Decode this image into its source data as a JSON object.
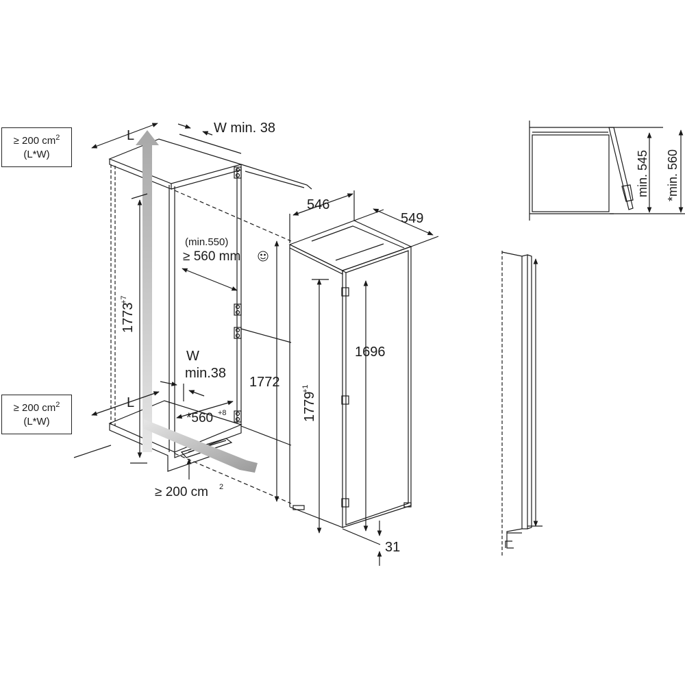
{
  "area_boxes": [
    {
      "value": "≥ 200 cm",
      "exp": "2",
      "sub": "(L*W)"
    },
    {
      "value": "≥ 200 cm",
      "exp": "2",
      "sub": "(L*W)"
    }
  ],
  "labels": {
    "L_top": "L",
    "W_top": "W min. 38",
    "h_1773": "1773",
    "h_1773_tol": "+7",
    "min550": "(min.550)",
    "ge560": "≥ 560 mm",
    "W_mid": "W",
    "min38": "min.38",
    "L_bottom": "L",
    "d560": "*560",
    "d560_tol": "+8",
    "bottom_area": "≥ 200 cm",
    "bottom_area_exp": "2",
    "h_1772": "1772",
    "w_546": "546",
    "d_549": "549",
    "h_1696": "1696",
    "h_1779": "1779",
    "h_1779_tol": "+1",
    "d_31": "31",
    "min545": "min. 545",
    "min560": "*min. 560"
  },
  "colors": {
    "line": "#1a1a1a",
    "airflow": "#b3b3b3",
    "airflow_light": "#e0e0e0"
  }
}
